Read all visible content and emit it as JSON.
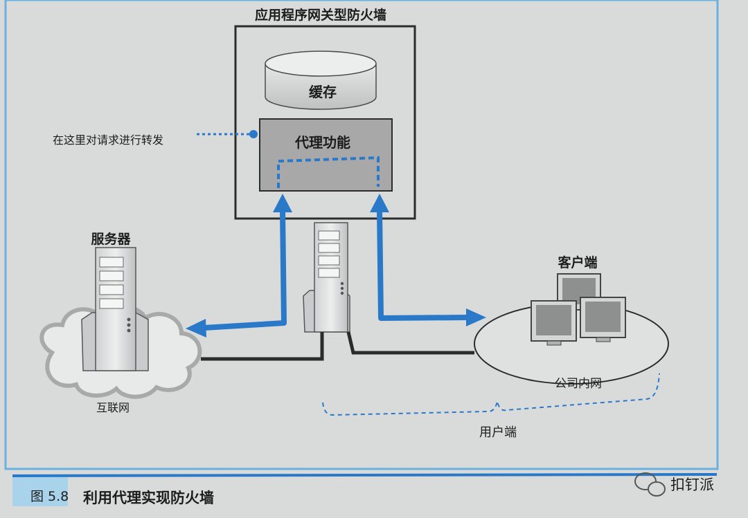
{
  "firewall": {
    "title": "应用程序网关型防火墙"
  },
  "cache": {
    "label": "缓存"
  },
  "proxy": {
    "label": "代理功能"
  },
  "annotation": {
    "text": "在这里对请求进行转发"
  },
  "server": {
    "label": "服务器"
  },
  "internet": {
    "label": "互联网"
  },
  "client": {
    "label": "客户端"
  },
  "intranet": {
    "label": "公司内网"
  },
  "user_side": {
    "label": "用户端"
  },
  "caption": {
    "figure_no": "图 5.8",
    "text": "利用代理实现防火墙"
  },
  "watermark": {
    "text": "扣钉派"
  },
  "colors": {
    "accent_blue": "#2a78c8",
    "frame_blue": "#6ab0de",
    "dark_line": "#2b2b2b",
    "proxy_fill": "#a8a8a8",
    "background": "#d9dbdb"
  },
  "icons": [
    "server-tower-icon",
    "cloud-icon",
    "monitor-icon",
    "wechat-icon"
  ]
}
